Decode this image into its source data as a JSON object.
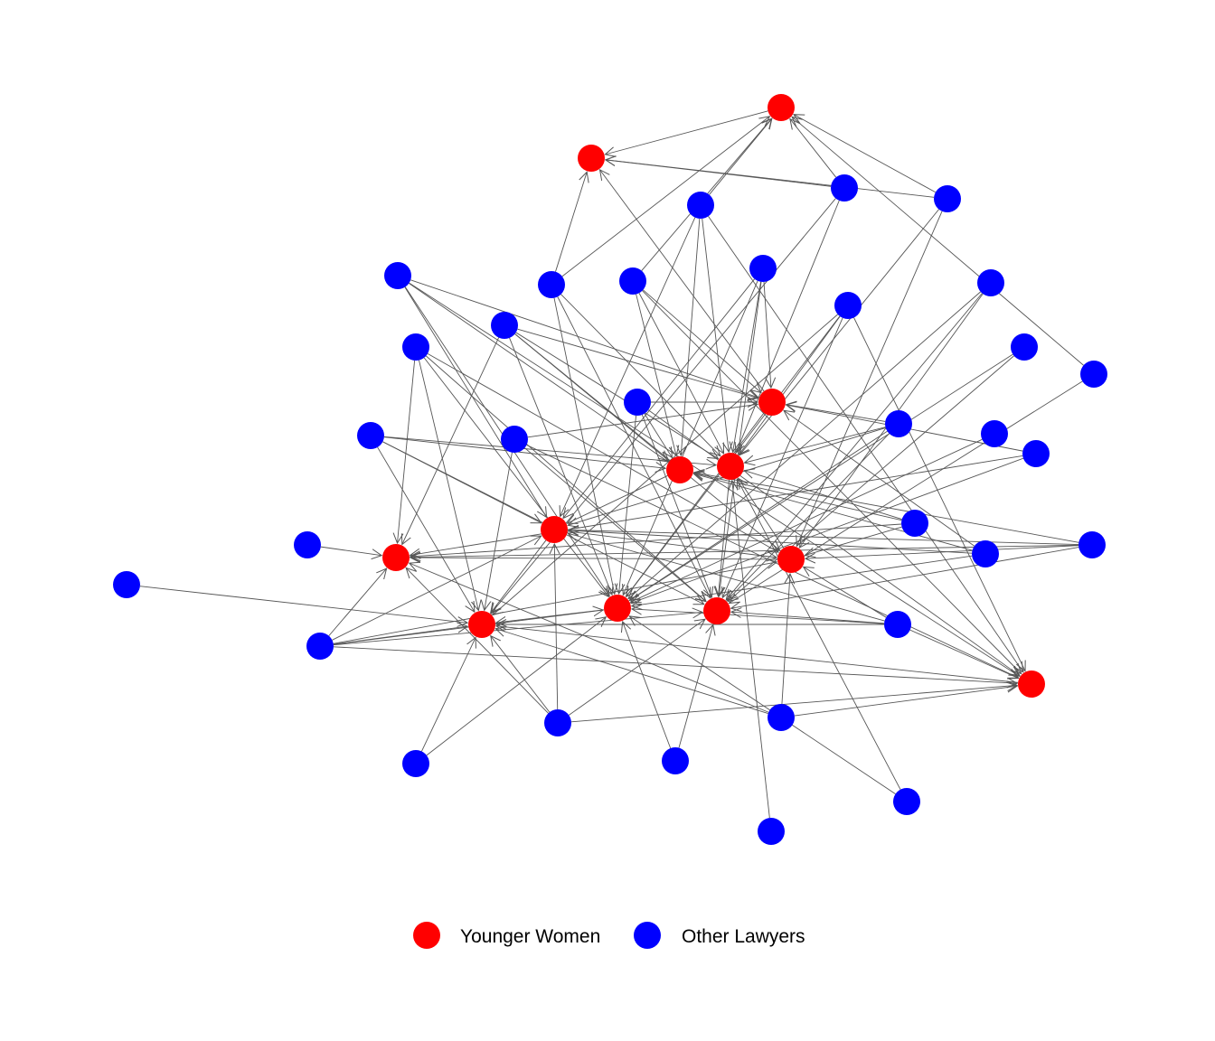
{
  "colors": {
    "younger_women": "#ff0000",
    "other_lawyers": "#0000ff",
    "edge": "#555555"
  },
  "legend": {
    "items": [
      {
        "label": "Younger Women",
        "group": "younger_women"
      },
      {
        "label": "Other Lawyers",
        "group": "other_lawyers"
      }
    ]
  },
  "network": {
    "nodes": [
      {
        "id": "r1",
        "group": "younger_women"
      },
      {
        "id": "r2",
        "group": "younger_women"
      },
      {
        "id": "r3",
        "group": "younger_women"
      },
      {
        "id": "r4",
        "group": "younger_women"
      },
      {
        "id": "r5",
        "group": "younger_women"
      },
      {
        "id": "r6",
        "group": "younger_women"
      },
      {
        "id": "r7",
        "group": "younger_women"
      },
      {
        "id": "r8",
        "group": "younger_women"
      },
      {
        "id": "r9",
        "group": "younger_women"
      },
      {
        "id": "r10",
        "group": "younger_women"
      },
      {
        "id": "r11",
        "group": "younger_women"
      },
      {
        "id": "r12",
        "group": "younger_women"
      },
      {
        "id": "b1",
        "group": "other_lawyers"
      },
      {
        "id": "b2",
        "group": "other_lawyers"
      },
      {
        "id": "b3",
        "group": "other_lawyers"
      },
      {
        "id": "b4",
        "group": "other_lawyers"
      },
      {
        "id": "b5",
        "group": "other_lawyers"
      },
      {
        "id": "b6",
        "group": "other_lawyers"
      },
      {
        "id": "b7",
        "group": "other_lawyers"
      },
      {
        "id": "b8",
        "group": "other_lawyers"
      },
      {
        "id": "b9",
        "group": "other_lawyers"
      },
      {
        "id": "b10",
        "group": "other_lawyers"
      },
      {
        "id": "b11",
        "group": "other_lawyers"
      },
      {
        "id": "b12",
        "group": "other_lawyers"
      },
      {
        "id": "b13",
        "group": "other_lawyers"
      },
      {
        "id": "b14",
        "group": "other_lawyers"
      },
      {
        "id": "b15",
        "group": "other_lawyers"
      },
      {
        "id": "b16",
        "group": "other_lawyers"
      },
      {
        "id": "b17",
        "group": "other_lawyers"
      },
      {
        "id": "b18",
        "group": "other_lawyers"
      },
      {
        "id": "b19",
        "group": "other_lawyers"
      },
      {
        "id": "b20",
        "group": "other_lawyers"
      },
      {
        "id": "b21",
        "group": "other_lawyers"
      },
      {
        "id": "b22",
        "group": "other_lawyers"
      },
      {
        "id": "b23",
        "group": "other_lawyers"
      },
      {
        "id": "b24",
        "group": "other_lawyers"
      },
      {
        "id": "b25",
        "group": "other_lawyers"
      },
      {
        "id": "b26",
        "group": "other_lawyers"
      },
      {
        "id": "b27",
        "group": "other_lawyers"
      },
      {
        "id": "b28",
        "group": "other_lawyers"
      },
      {
        "id": "b29",
        "group": "other_lawyers"
      },
      {
        "id": "b30",
        "group": "other_lawyers"
      },
      {
        "id": "b31",
        "group": "other_lawyers"
      },
      {
        "id": "b32",
        "group": "other_lawyers"
      }
    ],
    "edges": [
      [
        "b5",
        "r2"
      ],
      [
        "b5",
        "r1"
      ],
      [
        "b5",
        "r10"
      ],
      [
        "b5",
        "r11"
      ],
      [
        "b5",
        "r5"
      ],
      [
        "b3",
        "r2"
      ],
      [
        "b3",
        "r1"
      ],
      [
        "b3",
        "r9"
      ],
      [
        "b3",
        "r5"
      ],
      [
        "b2",
        "r6"
      ],
      [
        "b2",
        "r5"
      ],
      [
        "b2",
        "r1"
      ],
      [
        "b2",
        "r4"
      ],
      [
        "b2",
        "r12"
      ],
      [
        "b1",
        "r3"
      ],
      [
        "b1",
        "r4"
      ],
      [
        "b1",
        "r10"
      ],
      [
        "b1",
        "r6"
      ],
      [
        "b1",
        "r12"
      ],
      [
        "b4",
        "r1"
      ],
      [
        "b4",
        "r5"
      ],
      [
        "b4",
        "r8"
      ],
      [
        "b4",
        "r2"
      ],
      [
        "b6",
        "r5"
      ],
      [
        "b6",
        "r4"
      ],
      [
        "b6",
        "r3"
      ],
      [
        "b6",
        "r12"
      ],
      [
        "b6",
        "r1"
      ],
      [
        "b7",
        "r5"
      ],
      [
        "b7",
        "r11"
      ],
      [
        "b7",
        "r6"
      ],
      [
        "b7",
        "r10"
      ],
      [
        "b7",
        "r3"
      ],
      [
        "b8",
        "r10"
      ],
      [
        "b8",
        "r12"
      ],
      [
        "b8",
        "r11"
      ],
      [
        "b8",
        "r9"
      ],
      [
        "b8",
        "r5"
      ],
      [
        "b9",
        "r11"
      ],
      [
        "b9",
        "r10"
      ],
      [
        "b9",
        "r8"
      ],
      [
        "b10",
        "r10"
      ],
      [
        "b10",
        "r11"
      ],
      [
        "b10",
        "r9"
      ],
      [
        "b10",
        "r7"
      ],
      [
        "b10",
        "r8"
      ],
      [
        "b11",
        "r11"
      ],
      [
        "b11",
        "r10"
      ],
      [
        "b12",
        "r3"
      ],
      [
        "b12",
        "r4"
      ],
      [
        "b12",
        "r5"
      ],
      [
        "b12",
        "r7"
      ],
      [
        "b12",
        "r8"
      ],
      [
        "b12",
        "r10"
      ],
      [
        "b13",
        "r1"
      ],
      [
        "b13",
        "r11"
      ],
      [
        "b14",
        "r4"
      ],
      [
        "b14",
        "r3"
      ],
      [
        "b14",
        "r10"
      ],
      [
        "b14",
        "r12"
      ],
      [
        "b14",
        "r11"
      ],
      [
        "b15",
        "r11"
      ],
      [
        "b15",
        "r5"
      ],
      [
        "b15",
        "r6"
      ],
      [
        "b15",
        "r10"
      ],
      [
        "b15",
        "r3"
      ],
      [
        "b16",
        "r9"
      ],
      [
        "b16",
        "r5"
      ],
      [
        "b16",
        "r6"
      ],
      [
        "b16",
        "r4"
      ],
      [
        "b16",
        "r11"
      ],
      [
        "b17",
        "r11"
      ],
      [
        "b17",
        "r3"
      ],
      [
        "b17",
        "r12"
      ],
      [
        "b17",
        "r9"
      ],
      [
        "b18",
        "r7"
      ],
      [
        "b18",
        "r3"
      ],
      [
        "b18",
        "r10"
      ],
      [
        "b19",
        "r7"
      ],
      [
        "b19",
        "r8"
      ],
      [
        "b19",
        "r4"
      ],
      [
        "b19",
        "r5"
      ],
      [
        "b20",
        "r7"
      ],
      [
        "b21",
        "r9"
      ],
      [
        "b22",
        "r6"
      ],
      [
        "b22",
        "r4"
      ],
      [
        "b22",
        "r10"
      ],
      [
        "b22",
        "r3"
      ],
      [
        "b23",
        "r4"
      ],
      [
        "b23",
        "r8"
      ],
      [
        "b23",
        "r7"
      ],
      [
        "b23",
        "r6"
      ],
      [
        "b23",
        "r11"
      ],
      [
        "b24",
        "r6"
      ],
      [
        "b24",
        "r12"
      ],
      [
        "b24",
        "r9"
      ],
      [
        "b24",
        "r10"
      ],
      [
        "b24",
        "r11"
      ],
      [
        "b24",
        "r8"
      ],
      [
        "b25",
        "r7"
      ],
      [
        "b25",
        "r9"
      ],
      [
        "b25",
        "r10"
      ],
      [
        "b25",
        "r11"
      ],
      [
        "b25",
        "r12"
      ],
      [
        "b25",
        "r6"
      ],
      [
        "b25",
        "r8"
      ],
      [
        "b26",
        "r11"
      ],
      [
        "b26",
        "r9"
      ],
      [
        "b26",
        "r12"
      ],
      [
        "b26",
        "r6"
      ],
      [
        "b26",
        "r7"
      ],
      [
        "b27",
        "r9"
      ],
      [
        "b27",
        "r12"
      ],
      [
        "b27",
        "r7"
      ],
      [
        "b27",
        "r8"
      ],
      [
        "b28",
        "r9"
      ],
      [
        "b28",
        "r10"
      ],
      [
        "b29",
        "r10"
      ],
      [
        "b29",
        "r11"
      ],
      [
        "b30",
        "r10"
      ],
      [
        "b30",
        "r5"
      ],
      [
        "b31",
        "r5"
      ],
      [
        "b32",
        "r10"
      ],
      [
        "r5",
        "r11"
      ],
      [
        "r8",
        "r5"
      ],
      [
        "r8",
        "r7"
      ],
      [
        "r6",
        "r8"
      ],
      [
        "r6",
        "r9"
      ],
      [
        "r4",
        "r6"
      ],
      [
        "r3",
        "r10"
      ],
      [
        "r3",
        "r2"
      ],
      [
        "r1",
        "r2"
      ],
      [
        "r12",
        "r9"
      ],
      [
        "r10",
        "r9"
      ]
    ]
  }
}
